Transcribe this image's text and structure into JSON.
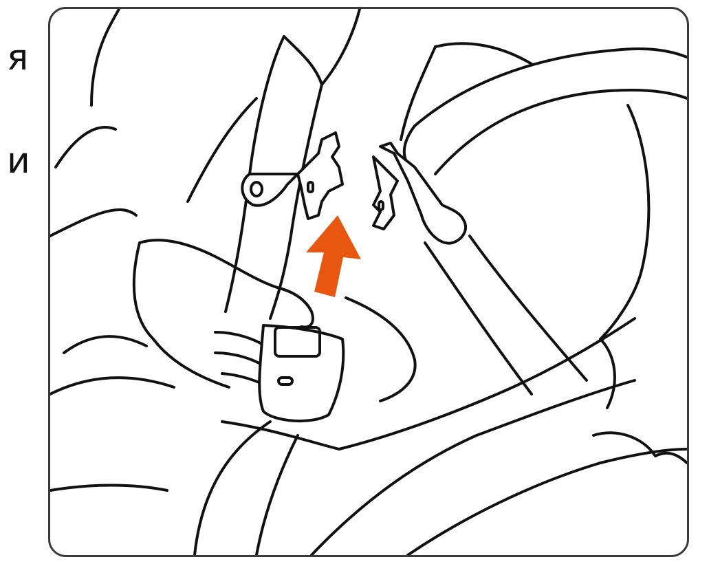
{
  "side_text": {
    "line1": "я",
    "line2": "и"
  },
  "illustration": {
    "arrow_direction": "up",
    "colors": {
      "arrow": "#E8560F",
      "button": "#F2B999",
      "outline": "#111111",
      "frame_border": "#3A3A3A"
    }
  }
}
